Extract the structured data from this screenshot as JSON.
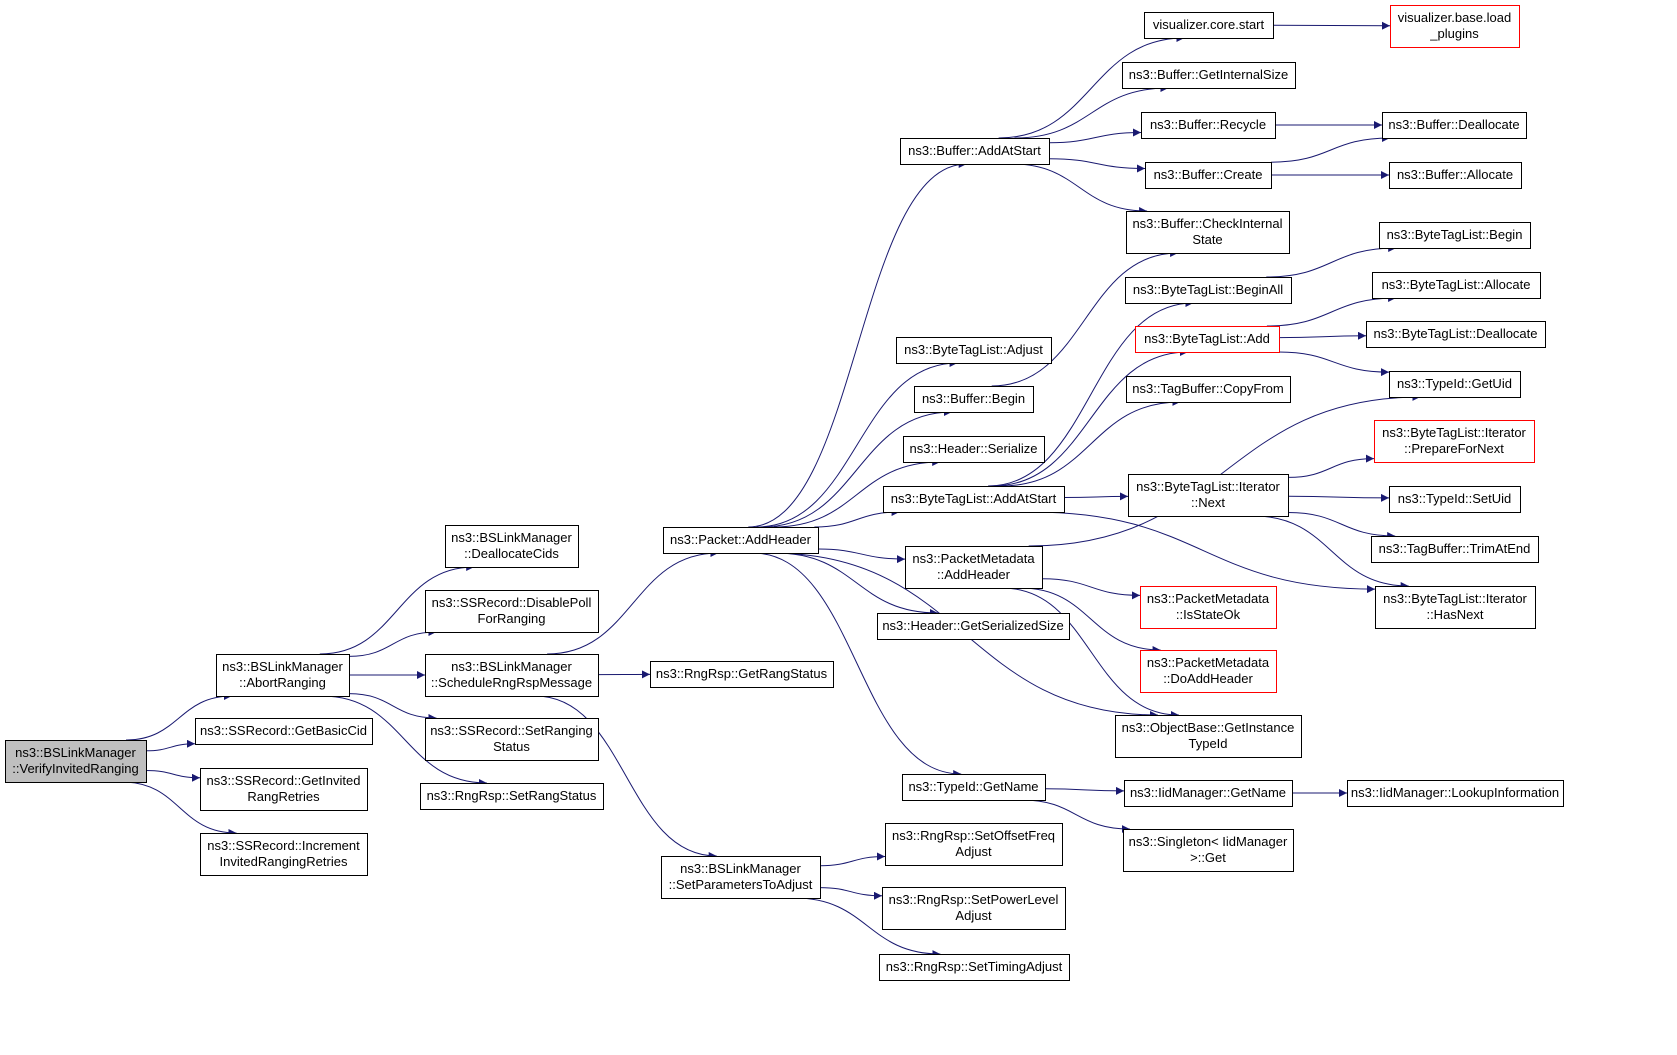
{
  "diagram": {
    "colors": {
      "edge": "#191970",
      "border": "#000000",
      "truncated_border": "#ff0000",
      "focus_fill": "#bfbfbf",
      "fill": "#ffffff",
      "text": "#000000"
    },
    "nodes": [
      {
        "id": "verify",
        "lines": [
          "ns3::BSLinkManager",
          "::VerifyInvitedRanging"
        ],
        "focus": true
      },
      {
        "id": "abort",
        "lines": [
          "ns3::BSLinkManager",
          "::AbortRanging"
        ]
      },
      {
        "id": "getbasiccid",
        "lines": [
          "ns3::SSRecord::GetBasicCid"
        ]
      },
      {
        "id": "getinvited",
        "lines": [
          "ns3::SSRecord::GetInvited",
          "RangRetries"
        ]
      },
      {
        "id": "incinvited",
        "lines": [
          "ns3::SSRecord::Increment",
          "InvitedRangingRetries"
        ]
      },
      {
        "id": "dealloccids",
        "lines": [
          "ns3::BSLinkManager",
          "::DeallocateCids"
        ]
      },
      {
        "id": "disablepoll",
        "lines": [
          "ns3::SSRecord::DisablePoll",
          "ForRanging"
        ]
      },
      {
        "id": "schedrngrsp",
        "lines": [
          "ns3::BSLinkManager",
          "::ScheduleRngRspMessage"
        ]
      },
      {
        "id": "setrangingstatus",
        "lines": [
          "ns3::SSRecord::SetRanging",
          "Status"
        ]
      },
      {
        "id": "rngrspsetrang",
        "lines": [
          "ns3::RngRsp::SetRangStatus"
        ]
      },
      {
        "id": "pktaddheader",
        "lines": [
          "ns3::Packet::AddHeader"
        ]
      },
      {
        "id": "rngrspgetrang",
        "lines": [
          "ns3::RngRsp::GetRangStatus"
        ]
      },
      {
        "id": "setparams",
        "lines": [
          "ns3::BSLinkManager",
          "::SetParametersToAdjust"
        ]
      },
      {
        "id": "bufaddatstart",
        "lines": [
          "ns3::Buffer::AddAtStart"
        ]
      },
      {
        "id": "btladjust",
        "lines": [
          "ns3::ByteTagList::Adjust"
        ]
      },
      {
        "id": "bufbegin",
        "lines": [
          "ns3::Buffer::Begin"
        ]
      },
      {
        "id": "hdrserialize",
        "lines": [
          "ns3::Header::Serialize"
        ]
      },
      {
        "id": "btladdatstart",
        "lines": [
          "ns3::ByteTagList::AddAtStart"
        ]
      },
      {
        "id": "pmaddheader",
        "lines": [
          "ns3::PacketMetadata",
          "::AddHeader"
        ]
      },
      {
        "id": "hdrgetsersize",
        "lines": [
          "ns3::Header::GetSerializedSize"
        ]
      },
      {
        "id": "typeidgetname",
        "lines": [
          "ns3::TypeId::GetName"
        ]
      },
      {
        "id": "setoffsetfreq",
        "lines": [
          "ns3::RngRsp::SetOffsetFreq",
          "Adjust"
        ]
      },
      {
        "id": "setpowerlevel",
        "lines": [
          "ns3::RngRsp::SetPowerLevel",
          "Adjust"
        ]
      },
      {
        "id": "settimingadj",
        "lines": [
          "ns3::RngRsp::SetTimingAdjust"
        ]
      },
      {
        "id": "viscorestart",
        "lines": [
          "visualizer.core.start"
        ]
      },
      {
        "id": "bufgetinternal",
        "lines": [
          "ns3::Buffer::GetInternalSize"
        ]
      },
      {
        "id": "bufrecycle",
        "lines": [
          "ns3::Buffer::Recycle"
        ]
      },
      {
        "id": "bufcreate",
        "lines": [
          "ns3::Buffer::Create"
        ]
      },
      {
        "id": "bufcheckinternal",
        "lines": [
          "ns3::Buffer::CheckInternal",
          "State"
        ]
      },
      {
        "id": "btlbeginall",
        "lines": [
          "ns3::ByteTagList::BeginAll"
        ]
      },
      {
        "id": "btladd",
        "lines": [
          "ns3::ByteTagList::Add"
        ],
        "truncated": true
      },
      {
        "id": "tagbufcopyfrom",
        "lines": [
          "ns3::TagBuffer::CopyFrom"
        ]
      },
      {
        "id": "btlitnext",
        "lines": [
          "ns3::ByteTagList::Iterator",
          "::Next"
        ]
      },
      {
        "id": "pmisstateok",
        "lines": [
          "ns3::PacketMetadata",
          "::IsStateOk"
        ],
        "truncated": true
      },
      {
        "id": "pmdoaddheader",
        "lines": [
          "ns3::PacketMetadata",
          "::DoAddHeader"
        ],
        "truncated": true
      },
      {
        "id": "objbasegetinst",
        "lines": [
          "ns3::ObjectBase::GetInstance",
          "TypeId"
        ]
      },
      {
        "id": "iidmgrgetname",
        "lines": [
          "ns3::IidManager::GetName"
        ]
      },
      {
        "id": "singletonget",
        "lines": [
          "ns3::Singleton< IidManager",
          ">::Get"
        ]
      },
      {
        "id": "visloadplugins",
        "lines": [
          "visualizer.base.load",
          "_plugins"
        ],
        "truncated": true
      },
      {
        "id": "bufdealloc",
        "lines": [
          "ns3::Buffer::Deallocate"
        ]
      },
      {
        "id": "bufallocate",
        "lines": [
          "ns3::Buffer::Allocate"
        ]
      },
      {
        "id": "btlbegin",
        "lines": [
          "ns3::ByteTagList::Begin"
        ]
      },
      {
        "id": "btlallocate",
        "lines": [
          "ns3::ByteTagList::Allocate"
        ]
      },
      {
        "id": "btldealloc",
        "lines": [
          "ns3::ByteTagList::Deallocate"
        ]
      },
      {
        "id": "typeidgetuid",
        "lines": [
          "ns3::TypeId::GetUid"
        ]
      },
      {
        "id": "btlitprepare",
        "lines": [
          "ns3::ByteTagList::Iterator",
          "::PrepareForNext"
        ],
        "truncated": true
      },
      {
        "id": "typeidsetuid",
        "lines": [
          "ns3::TypeId::SetUid"
        ]
      },
      {
        "id": "tagbuftrim",
        "lines": [
          "ns3::TagBuffer::TrimAtEnd"
        ]
      },
      {
        "id": "btlithasnext",
        "lines": [
          "ns3::ByteTagList::Iterator",
          "::HasNext"
        ]
      },
      {
        "id": "iidmgrlookup",
        "lines": [
          "ns3::IidManager::LookupInformation"
        ]
      }
    ],
    "edges": [
      [
        "verify",
        "abort"
      ],
      [
        "verify",
        "getbasiccid"
      ],
      [
        "verify",
        "getinvited"
      ],
      [
        "verify",
        "incinvited"
      ],
      [
        "abort",
        "dealloccids"
      ],
      [
        "abort",
        "disablepoll"
      ],
      [
        "abort",
        "schedrngrsp"
      ],
      [
        "abort",
        "setrangingstatus"
      ],
      [
        "abort",
        "rngrspsetrang"
      ],
      [
        "schedrngrsp",
        "pktaddheader"
      ],
      [
        "schedrngrsp",
        "rngrspgetrang"
      ],
      [
        "schedrngrsp",
        "setparams"
      ],
      [
        "pktaddheader",
        "bufaddatstart"
      ],
      [
        "pktaddheader",
        "btladjust"
      ],
      [
        "pktaddheader",
        "bufbegin"
      ],
      [
        "pktaddheader",
        "hdrserialize"
      ],
      [
        "pktaddheader",
        "btladdatstart"
      ],
      [
        "pktaddheader",
        "pmaddheader"
      ],
      [
        "pktaddheader",
        "hdrgetsersize"
      ],
      [
        "pktaddheader",
        "objbasegetinst"
      ],
      [
        "pktaddheader",
        "typeidgetname"
      ],
      [
        "setparams",
        "setoffsetfreq"
      ],
      [
        "setparams",
        "setpowerlevel"
      ],
      [
        "setparams",
        "settimingadj"
      ],
      [
        "bufaddatstart",
        "viscorestart"
      ],
      [
        "bufaddatstart",
        "bufgetinternal"
      ],
      [
        "bufaddatstart",
        "bufrecycle"
      ],
      [
        "bufaddatstart",
        "bufcreate"
      ],
      [
        "bufaddatstart",
        "bufcheckinternal"
      ],
      [
        "viscorestart",
        "visloadplugins"
      ],
      [
        "bufrecycle",
        "bufdealloc"
      ],
      [
        "bufcreate",
        "bufdealloc"
      ],
      [
        "bufcreate",
        "bufallocate"
      ],
      [
        "bufbegin",
        "bufcheckinternal"
      ],
      [
        "btladdatstart",
        "btlbeginall"
      ],
      [
        "btladdatstart",
        "btladd"
      ],
      [
        "btladdatstart",
        "tagbufcopyfrom"
      ],
      [
        "btladdatstart",
        "btlitnext"
      ],
      [
        "btladdatstart",
        "btlithasnext"
      ],
      [
        "btlbeginall",
        "btlbegin"
      ],
      [
        "btladd",
        "btlallocate"
      ],
      [
        "btladd",
        "btldealloc"
      ],
      [
        "btladd",
        "typeidgetuid"
      ],
      [
        "btlitnext",
        "btlitprepare"
      ],
      [
        "btlitnext",
        "typeidsetuid"
      ],
      [
        "btlitnext",
        "tagbuftrim"
      ],
      [
        "btlitnext",
        "btlithasnext"
      ],
      [
        "pmaddheader",
        "typeidgetuid"
      ],
      [
        "pmaddheader",
        "pmisstateok"
      ],
      [
        "pmaddheader",
        "pmdoaddheader"
      ],
      [
        "pmaddheader",
        "objbasegetinst"
      ],
      [
        "typeidgetname",
        "iidmgrgetname"
      ],
      [
        "typeidgetname",
        "singletonget"
      ],
      [
        "iidmgrgetname",
        "iidmgrlookup"
      ]
    ]
  }
}
